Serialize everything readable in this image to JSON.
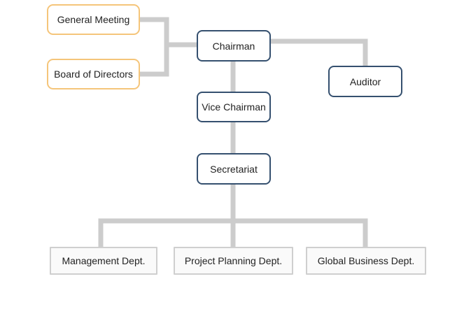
{
  "chart": {
    "general_meeting": "General Meeting",
    "board_of_directors": "Board of Directors",
    "chairman": "Chairman",
    "auditor": "Auditor",
    "vice_chairman": "Vice Chairman",
    "secretariat": "Secretariat",
    "management_dept": "Management Dept.",
    "project_planning_dept": "Project Planning Dept.",
    "global_business_dept": "Global Business Dept."
  },
  "colors": {
    "governance_border": "#f5c57a",
    "executive_border": "#35506f",
    "department_border": "#cfcfcf",
    "connector": "#cccccc"
  }
}
